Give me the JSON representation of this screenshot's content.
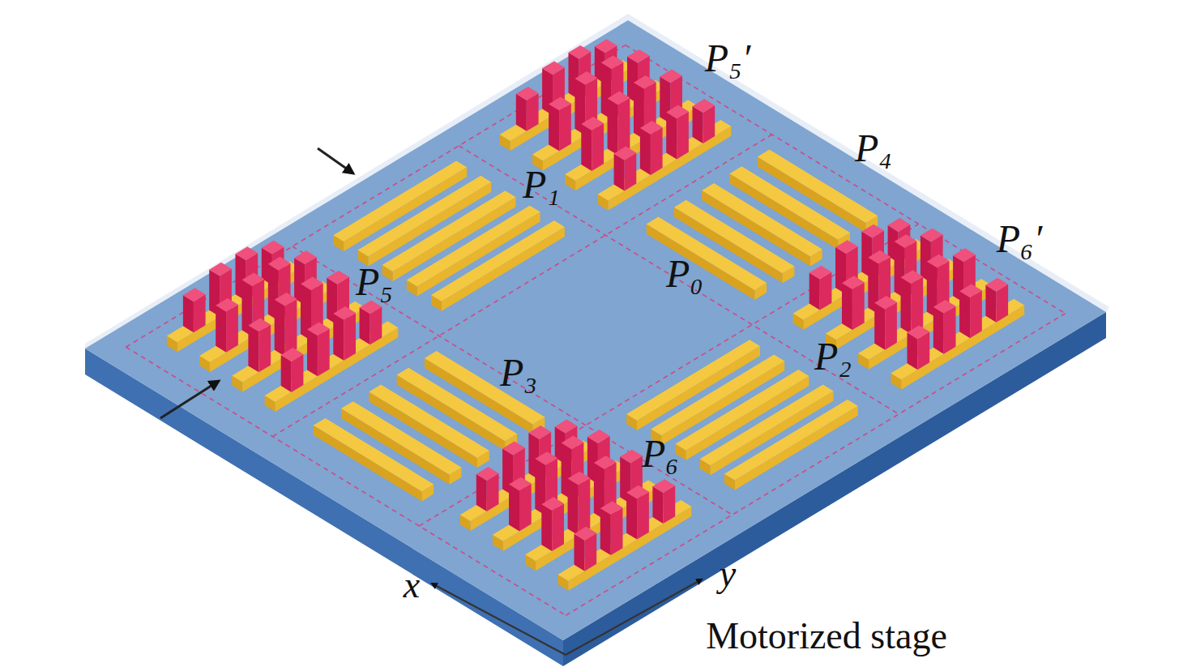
{
  "diagram": {
    "labels": [
      "P₅′",
      "P₄",
      "P₁",
      "P₆′",
      "P₀",
      "P₅",
      "P₃",
      "P₂",
      "P₆",
      "x",
      "y",
      "Motorized stage"
    ]
  }
}
